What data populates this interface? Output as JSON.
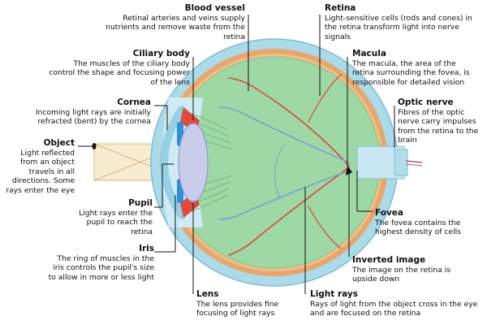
{
  "labels": {
    "blood_vessel": {
      "title": "Blood vessel",
      "desc": "Retinal arteries and veins supply nutrients and remove waste from the retina"
    },
    "retina": {
      "title": "Retina",
      "desc": "Light-sensitive cells (rods and cones) in the retina transform light into nerve signals"
    },
    "ciliary_body": {
      "title": "Ciliary body",
      "desc": "The muscles of the ciliary body control the shape and focusing power of the lens"
    },
    "macula": {
      "title": "Macula",
      "desc": "The macula, the area of the retina surrounding the fovea, is responsible for detailed vision"
    },
    "cornea": {
      "title": "Cornea",
      "desc": "Incoming light rays are initially refracted (bent) by the cornea"
    },
    "optic_nerve": {
      "title": "Optic nerve",
      "desc": "Fibres of the optic nerve carry impulses from the retina to the brain"
    },
    "object": {
      "title": "Object",
      "desc": "Light reflected from an object travels in all directions. Some rays enter the eye"
    },
    "pupil": {
      "title": "Pupil",
      "desc": "Light rays enter the pupil to reach the retina"
    },
    "fovea": {
      "title": "Fovea",
      "desc": "The fovea contains the highest density of cells"
    },
    "iris": {
      "title": "Iris",
      "desc": "The ring of muscles in the iris controls the pupil's size to allow in more or less light"
    },
    "inverted_image": {
      "title": "Inverted image",
      "desc": "The image on the retina is upside down"
    },
    "lens": {
      "title": "Lens",
      "desc": "The lens provides fine focusing of light rays"
    },
    "light_rays": {
      "title": "Light rays",
      "desc": "Rays of light from the object cross in the eye and are focused on the retina"
    }
  },
  "colors": {
    "sclera": "#a9dbe9",
    "choroid": "#e9a56a",
    "vitreous": "#9ed8a4",
    "vitreous_edge": "#7cc887",
    "artery": "#e0443a",
    "vein": "#7e9ed8",
    "lens": "#c9cdea",
    "iris": "#2f8fd6",
    "ciliary": "#e04a3a",
    "leader": "#111111",
    "ray_box": "#f3e3b6",
    "ray_line": "#c9a874"
  }
}
